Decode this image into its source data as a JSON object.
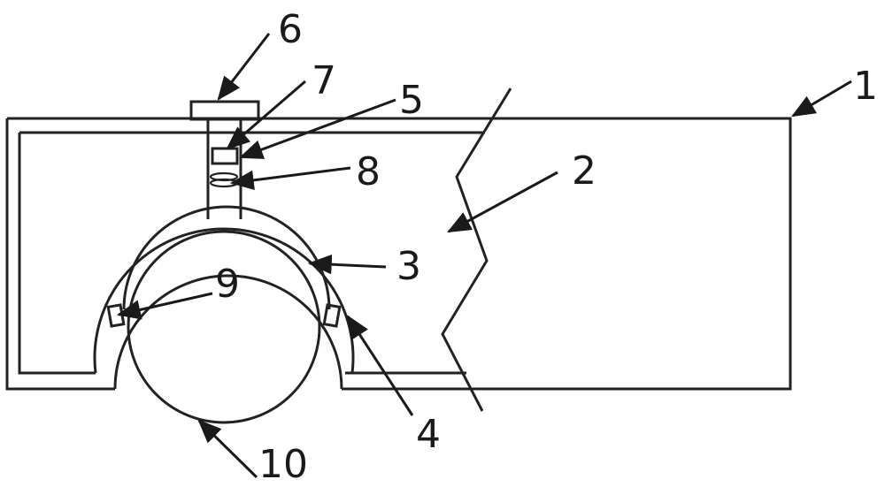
{
  "diagram": {
    "labels": [
      "1",
      "2",
      "3",
      "4",
      "5",
      "6",
      "7",
      "8",
      "9",
      "10"
    ],
    "colors": {
      "line": "#222222",
      "background": "#ffffff"
    }
  }
}
